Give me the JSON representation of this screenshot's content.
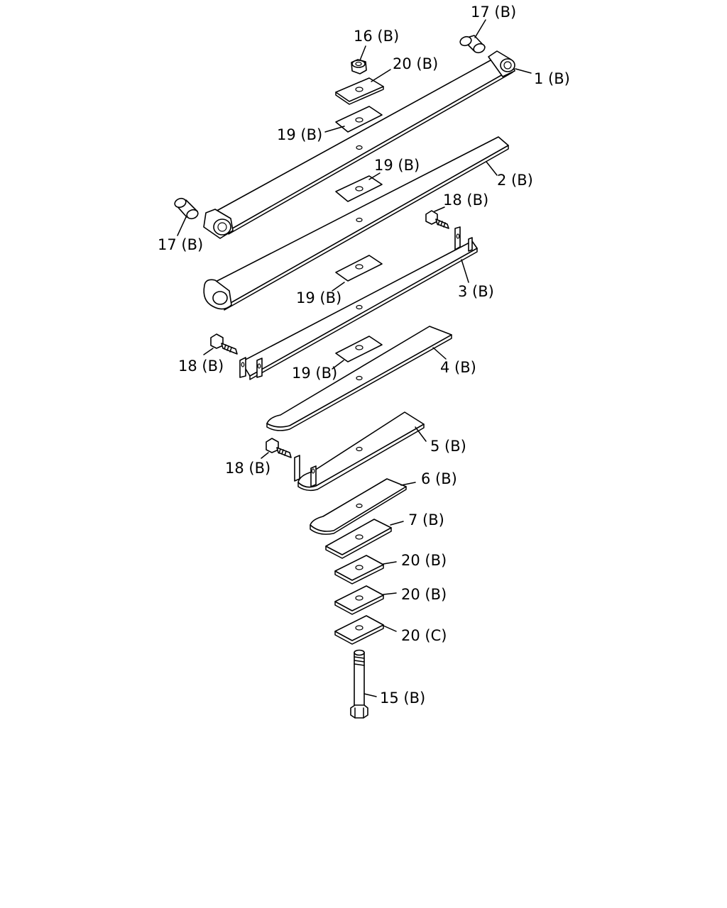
{
  "diagram": {
    "labels": {
      "p1": "1 (B)",
      "p2": "2 (B)",
      "p3": "3 (B)",
      "p4": "4 (B)",
      "p5": "5 (B)",
      "p6": "6 (B)",
      "p7": "7 (B)",
      "p15": "15 (B)",
      "p16": "16 (B)",
      "p17_top": "17 (B)",
      "p17_left": "17 (B)",
      "p18_top": "18 (B)",
      "p18_mid": "18 (B)",
      "p18_low": "18 (B)",
      "p19_a": "19 (B)",
      "p19_b": "19 (B)",
      "p19_c": "19 (B)",
      "p19_d": "19 (B)",
      "p20_top": "20 (B)",
      "p20_a": "20 (B)",
      "p20_b": "20 (B)",
      "p20_c": "20 (C)"
    }
  }
}
